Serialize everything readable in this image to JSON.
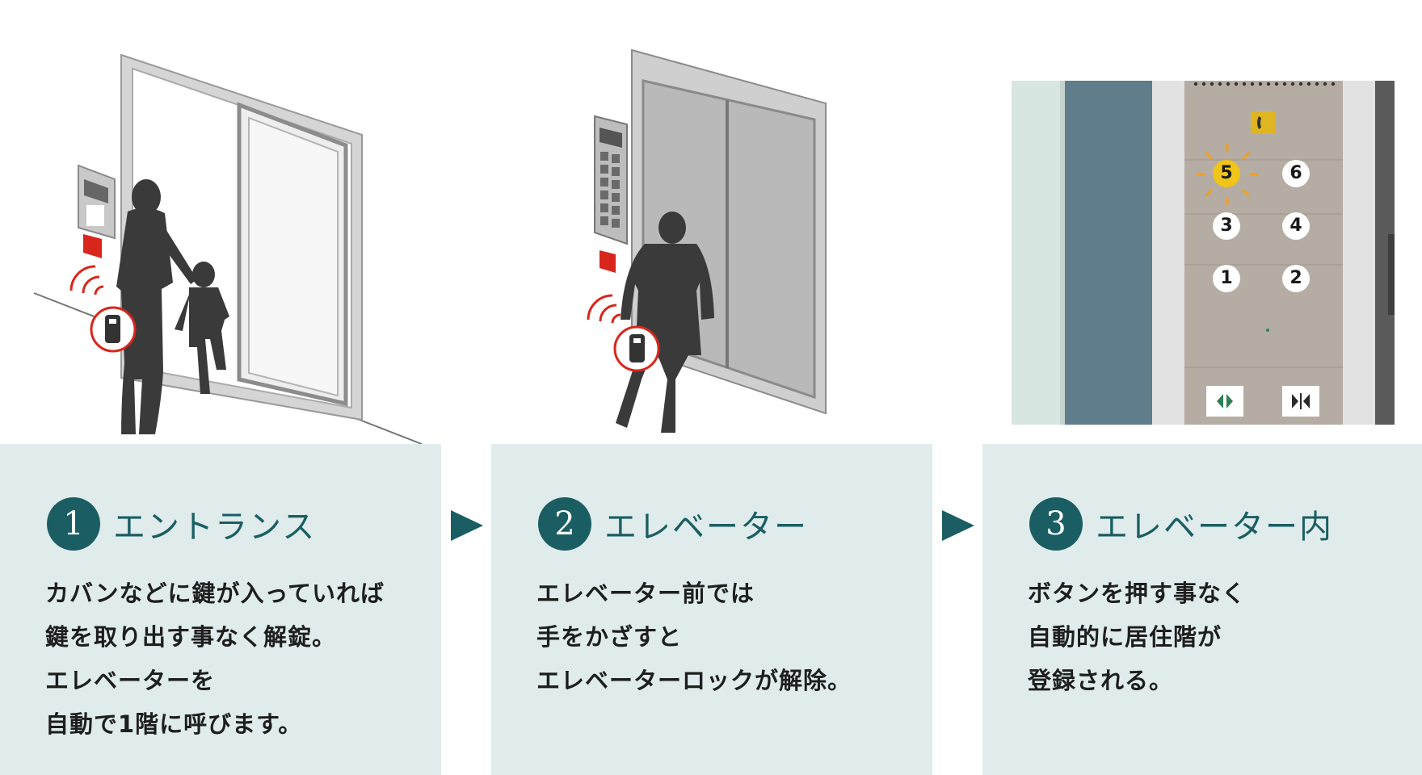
{
  "colors": {
    "accent": "#1a5e63",
    "panel_bg": "#e0ecec",
    "highlight": "#f0c419",
    "signal_red": "#d9261c",
    "silhouette": "#3a3a3a"
  },
  "steps": [
    {
      "number": "1",
      "title": "エントランス",
      "lines": [
        "カバンなどに鍵が入っていれば",
        "鍵を取り出す事なく解錠。",
        "エレベーターを",
        "自動で1階に呼びます。"
      ]
    },
    {
      "number": "2",
      "title": "エレベーター",
      "lines": [
        "エレベーター前では",
        "手をかざすと",
        "エレベーターロックが解除。"
      ]
    },
    {
      "number": "3",
      "title": "エレベーター内",
      "lines": [
        "ボタンを押す事なく",
        "自動的に居住階が",
        "登録される。"
      ]
    }
  ],
  "elevator_panel": {
    "buttons": [
      {
        "label": "5",
        "highlighted": true
      },
      {
        "label": "6",
        "highlighted": false
      },
      {
        "label": "3",
        "highlighted": false
      },
      {
        "label": "4",
        "highlighted": false
      },
      {
        "label": "1",
        "highlighted": false
      },
      {
        "label": "2",
        "highlighted": false
      }
    ],
    "icons": [
      "phone-icon",
      "door-open-icon",
      "door-close-icon"
    ]
  },
  "flow_arrows": [
    "right-arrow-icon",
    "right-arrow-icon"
  ]
}
